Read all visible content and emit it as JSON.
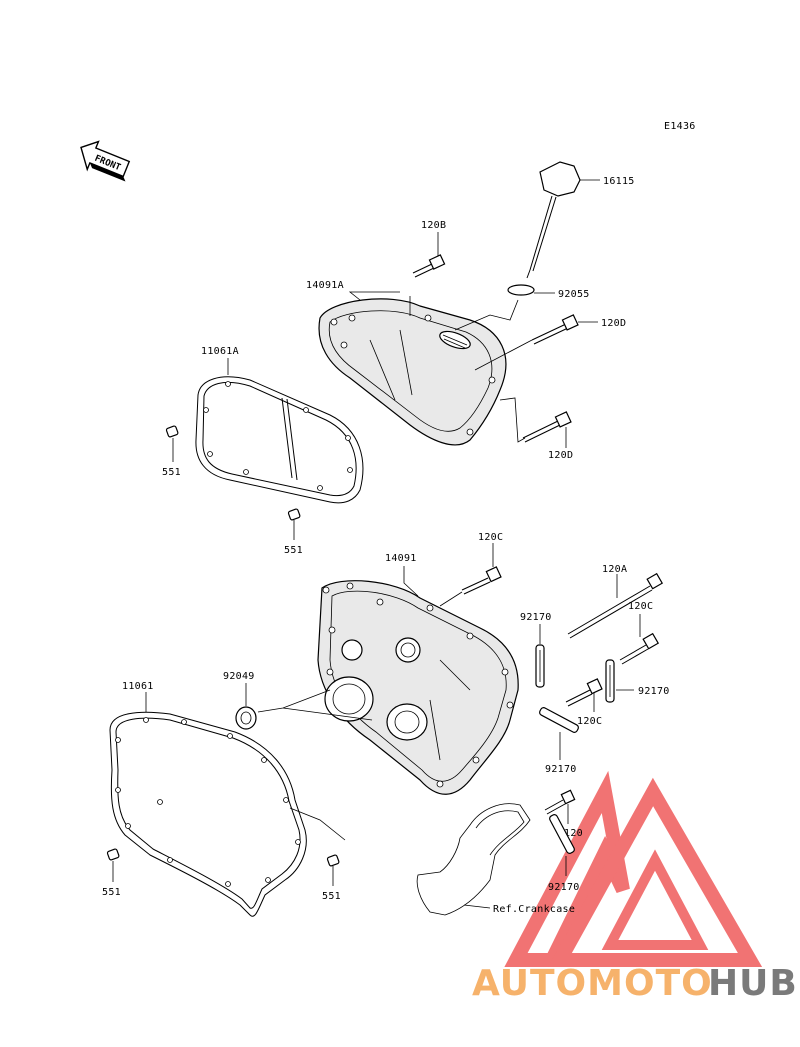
{
  "diagram_code": "E1436",
  "front_label": "FRONT",
  "parts": {
    "p16115": "16115",
    "p120B": "120B",
    "p14091A": "14091A",
    "p92055": "92055",
    "p120D_top": "120D",
    "p11061A": "11061A",
    "p551_a": "551",
    "p120D_bottom": "120D",
    "p551_b": "551",
    "p14091": "14091",
    "p120C_top": "120C",
    "p120A": "120A",
    "p92170_a": "92170",
    "p120C_right": "120C",
    "p11061": "11061",
    "p92049": "92049",
    "p92170_b": "92170",
    "p120C_low": "120C",
    "p92170_c": "92170",
    "p120": "120",
    "p551_c": "551",
    "p551_d": "551",
    "p92170_d": "92170",
    "ref_crankcase": "Ref.Crankcase"
  },
  "watermark": {
    "part1": "AUTOMOTO",
    "part2": "HUB",
    "color1": "#f6b26b",
    "color2": "#7a7a7a",
    "logo_color": "#ef5b5b"
  }
}
